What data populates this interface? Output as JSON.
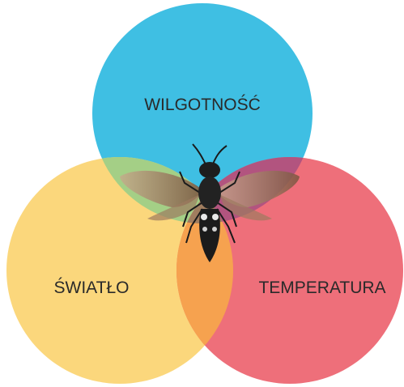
{
  "diagram": {
    "circles": [
      {
        "id": "humidity",
        "label": "WILGOTNOŚĆ",
        "color": "#3fbfe3"
      },
      {
        "id": "light",
        "label": "ŚWIATŁO",
        "color": "#fbd77c"
      },
      {
        "id": "temperature",
        "label": "TEMPERATURA",
        "color": "#ee6f7a"
      }
    ],
    "center_image": "wasp-insect",
    "overlap_colors": {
      "humidity_light": "#a4cf86",
      "humidity_temperature": "#b2547f",
      "light_temperature": "#f6a24f",
      "all_three": "#a07d5f"
    }
  }
}
